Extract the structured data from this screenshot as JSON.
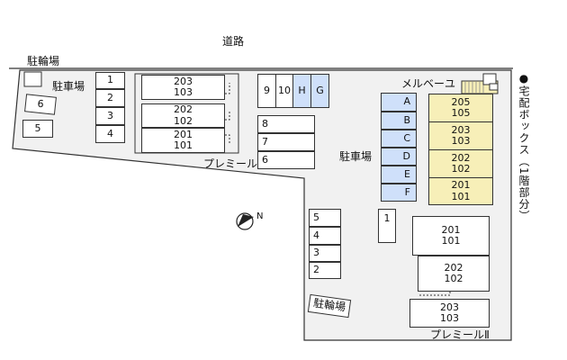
{
  "labels": {
    "road": "道路",
    "bike_parking_top": "駐輪場",
    "parking_left": "駐車場",
    "parking_center": "駐車場",
    "building_premier": "プレミール",
    "building_melbeux": "メルベーユ",
    "building_premier2": "プレミールⅡ",
    "bike_parking_bottom": "駐輪場",
    "delivery_box": "●宅配ボックス（1階部分）"
  },
  "parking": {
    "top_left": [
      "6",
      "5"
    ],
    "left_column": [
      "1",
      "2",
      "3",
      "4"
    ],
    "top_row": [
      "9",
      "10",
      "H",
      "G"
    ],
    "center_column": [
      "8",
      "7",
      "6"
    ],
    "blue_column": [
      "A",
      "B",
      "C",
      "D",
      "E",
      "F"
    ],
    "bottom_center": [
      "5",
      "4",
      "3",
      "2"
    ],
    "single": "1"
  },
  "premier_units": [
    {
      "upper": "203",
      "lower": "103"
    },
    {
      "upper": "202",
      "lower": "102"
    },
    {
      "upper": "201",
      "lower": "101"
    }
  ],
  "melbeux_units": [
    {
      "upper": "205",
      "lower": "105"
    },
    {
      "upper": "203",
      "lower": "103"
    },
    {
      "upper": "202",
      "lower": "102"
    },
    {
      "upper": "201",
      "lower": "101"
    }
  ],
  "premier2_units": [
    {
      "upper": "201",
      "lower": "101"
    },
    {
      "upper": "202",
      "lower": "102"
    },
    {
      "upper": "203",
      "lower": "103"
    }
  ],
  "compass": {
    "mark": "N"
  },
  "colors": {
    "blue_space": "#cfe0fa",
    "yellow_building": "#f7efb8",
    "lot": "#f1f1f1"
  }
}
